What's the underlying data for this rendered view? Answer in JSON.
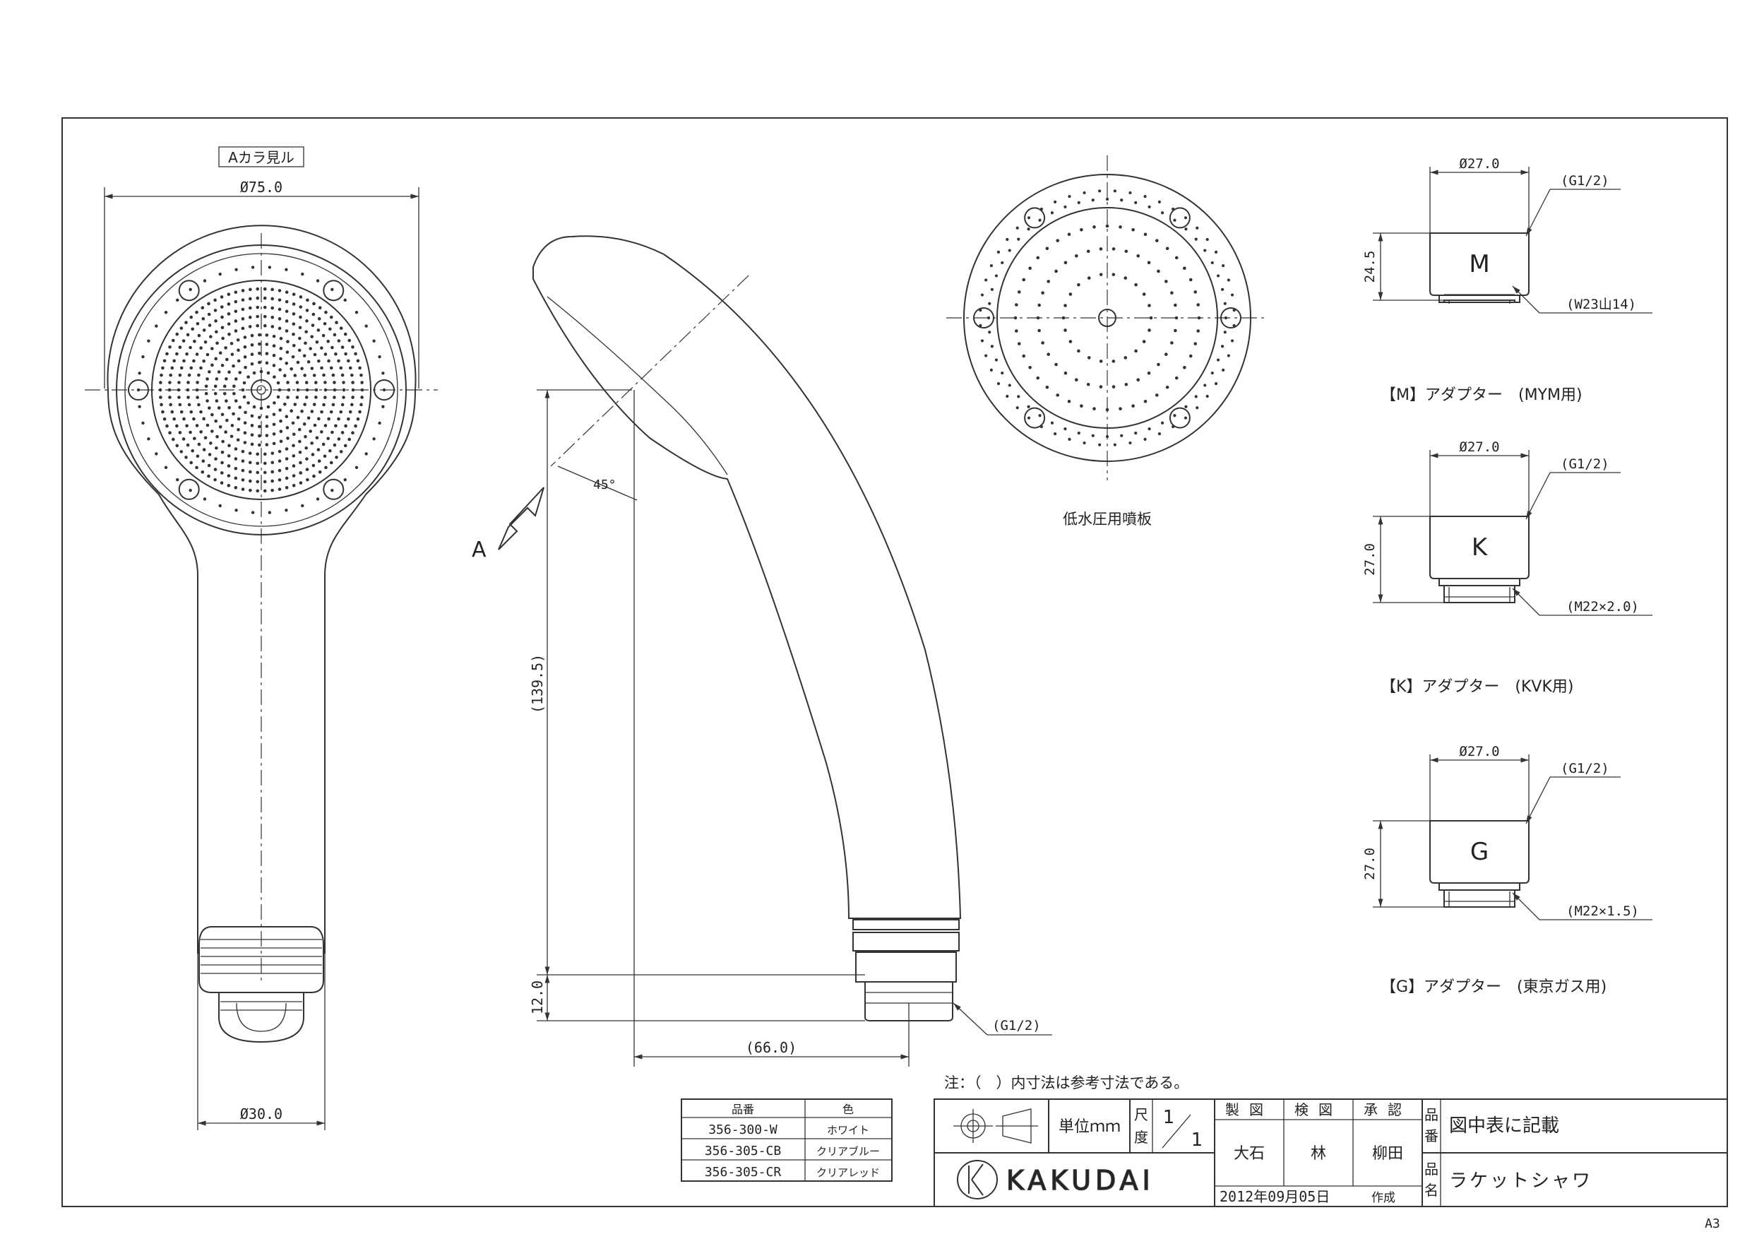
{
  "front_view": {
    "view_label": "Aカラ見ル",
    "dim_face_dia": "Ø75.0",
    "dim_base_dia": "Ø30.0"
  },
  "side_view": {
    "arrow_label": "A",
    "dim_angle": "45°",
    "dim_height": "(139.5)",
    "dim_thread_h": "12.0",
    "dim_offset": "(66.0)",
    "dim_thread": "(G1/2)"
  },
  "low_pressure_plate": {
    "caption": "低水圧用噴板"
  },
  "adapters": [
    {
      "letter": "M",
      "dim_dia": "Ø27.0",
      "dim_top_thread": "(G1/2)",
      "dim_height": "24.5",
      "dim_bottom_thread": "(W23山14)",
      "caption": "【M】アダプター　(MYM用)"
    },
    {
      "letter": "K",
      "dim_dia": "Ø27.0",
      "dim_top_thread": "(G1/2)",
      "dim_height": "27.0",
      "dim_bottom_thread": "(M22×2.0)",
      "caption": "【K】アダプター　(KVK用)"
    },
    {
      "letter": "G",
      "dim_dia": "Ø27.0",
      "dim_top_thread": "(G1/2)",
      "dim_height": "27.0",
      "dim_bottom_thread": "(M22×1.5)",
      "caption": "【G】アダプター　(東京ガス用)"
    }
  ],
  "note": "注：（　）内寸法は参考寸法である。",
  "parts_table": {
    "headers": [
      "品番",
      "色"
    ],
    "rows": [
      [
        "356-300-W",
        "ホワイト"
      ],
      [
        "356-305-CB",
        "クリアブルー"
      ],
      [
        "356-305-CR",
        "クリアレッド"
      ]
    ]
  },
  "title_block": {
    "unit": "単位ｍｍ",
    "scale_label_1": "尺",
    "scale_label_2": "度",
    "scale_num": "1",
    "scale_den": "1",
    "drawn_label": "製図",
    "checked_label": "検図",
    "approved_label": "承認",
    "drawn_by": "大石",
    "checked_by": "林",
    "approved_by": "柳田",
    "number_label_1": "品",
    "number_label_2": "番",
    "number_value": "図中表に記載",
    "name_label_1": "品",
    "name_label_2": "名",
    "name_value": "ラケットシャワ",
    "date": "2012年09月05日",
    "created": "作成",
    "company": "KAKUDAI"
  },
  "paper_size": "A3"
}
